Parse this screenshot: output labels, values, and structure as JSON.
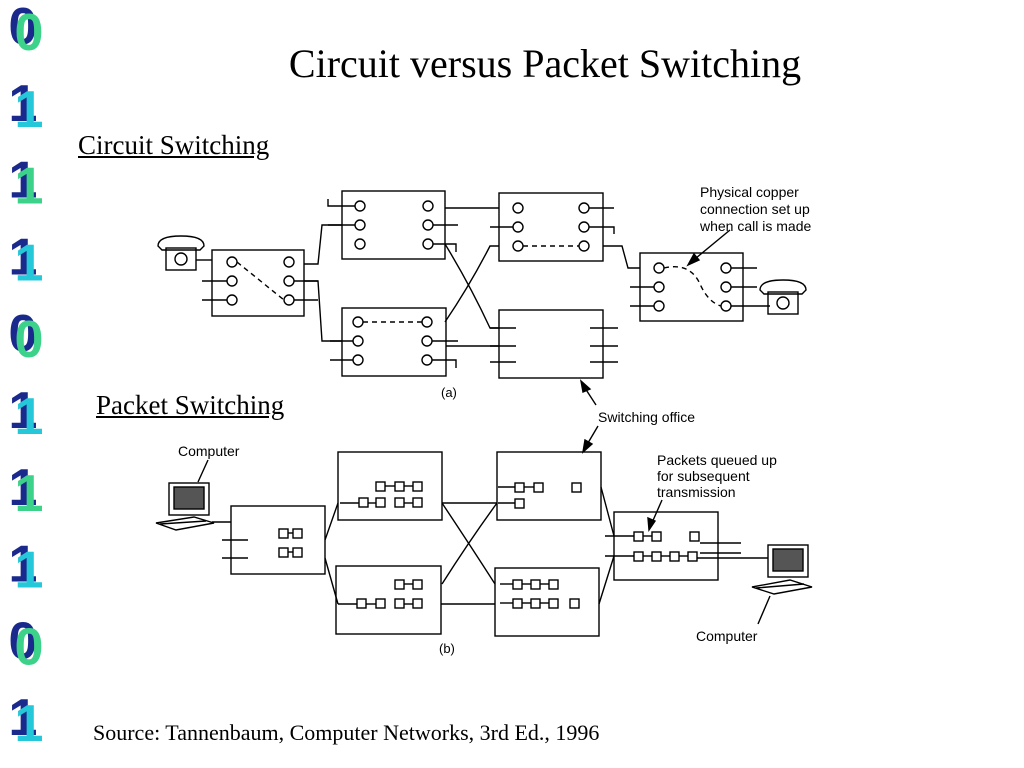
{
  "title": "Circuit versus Packet Switching",
  "sections": {
    "circuit": "Circuit Switching",
    "packet": "Packet Switching"
  },
  "source": "Source: Tannenbaum, Computer Networks, 3rd Ed., 1996",
  "binary_digits": [
    "0",
    "1",
    "1",
    "1",
    "0",
    "1",
    "1",
    "1",
    "0",
    "1"
  ],
  "diagram_labels": {
    "copper_line1": "Physical copper",
    "copper_line2": "connection set up",
    "copper_line3": "when call is made",
    "panel_a": "(a)",
    "switching_office": "Switching office",
    "computer_left": "Computer",
    "computer_right": "Computer",
    "queued_line1": "Packets queued up",
    "queued_line2": "for subsequent",
    "queued_line3": "transmission",
    "panel_b": "(b)"
  },
  "colors": {
    "digit_dark": "#1a2a8c",
    "digit_cyan": "#25c8d8",
    "digit_green": "#3cd28a"
  }
}
